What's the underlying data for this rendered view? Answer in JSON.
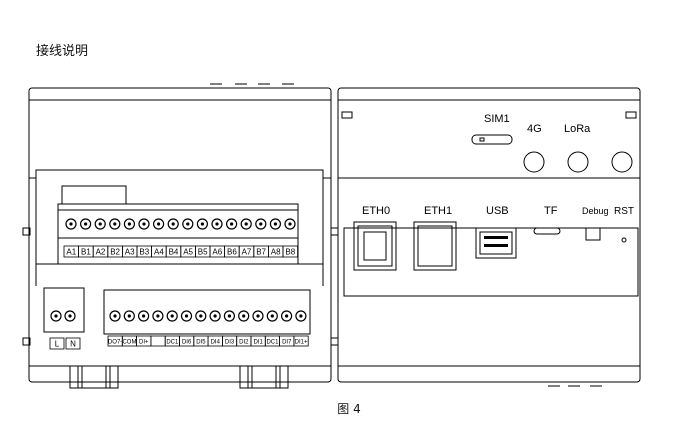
{
  "title": "接线说明",
  "caption": "图 4",
  "left_module": {
    "top_terminals": [
      "A1",
      "B1",
      "A2",
      "B2",
      "A3",
      "B3",
      "A4",
      "B4",
      "A5",
      "B5",
      "A6",
      "B6",
      "A7",
      "B7",
      "A8",
      "B8"
    ],
    "power_terminals": [
      "L",
      "N"
    ],
    "bottom_terminals": [
      "DO7-",
      "COM",
      "DI+",
      "",
      "DC1",
      "DI6",
      "DI5",
      "DI4",
      "DI3",
      "DI2",
      "DI1",
      "DC1",
      "DI7",
      "DI1+"
    ]
  },
  "right_module": {
    "sim_label": "SIM1",
    "antennas": [
      "4G",
      "LoRa"
    ],
    "ports": [
      "ETH0",
      "ETH1",
      "USB",
      "TF",
      "Debug",
      "RST"
    ]
  }
}
